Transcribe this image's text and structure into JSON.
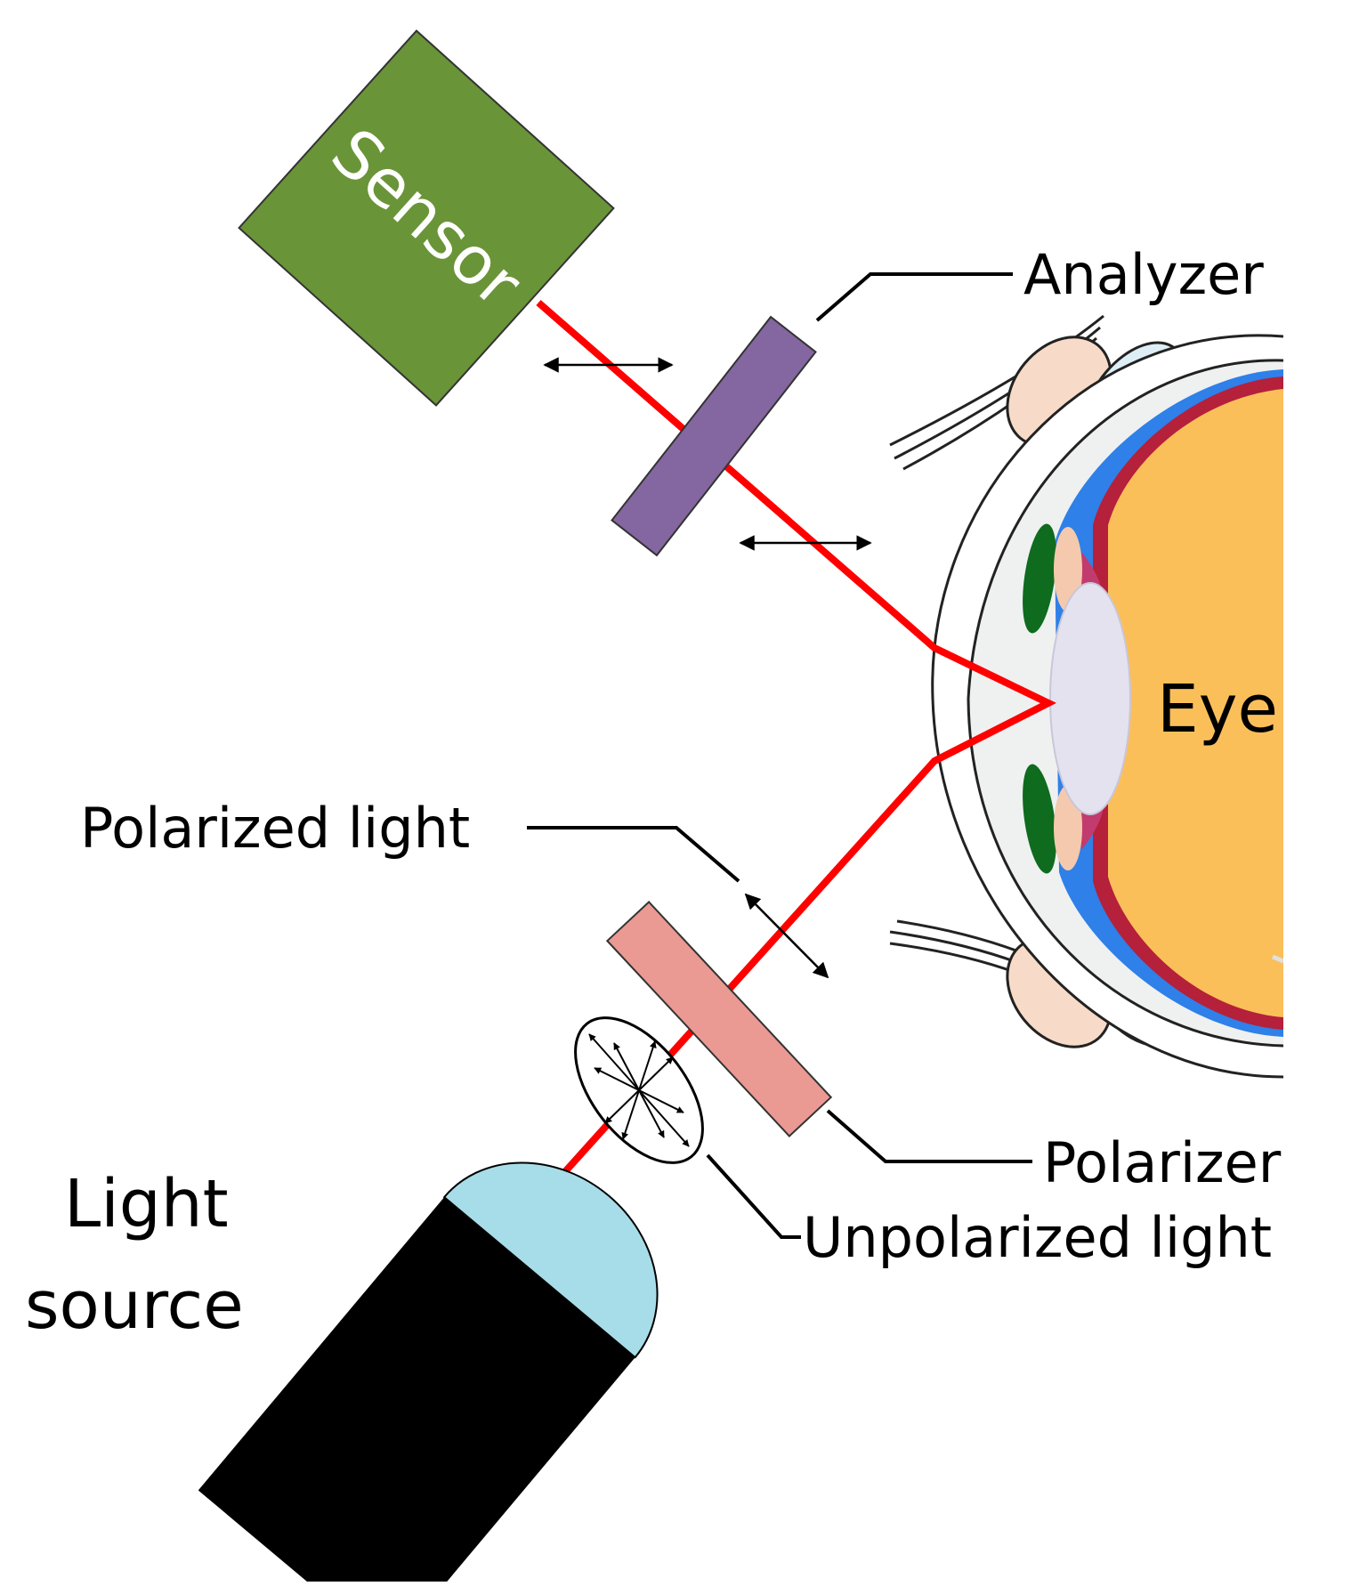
{
  "labels": {
    "sensor": "Sensor",
    "analyzer": "Analyzer",
    "eye": "Eye",
    "polarized_light": "Polarized light",
    "polarizer": "Polarizer",
    "unpolarized_light": "Unpolarized light",
    "light_source_line1": "Light",
    "light_source_line2": "source"
  },
  "colors": {
    "sensor": "#6a9438",
    "analyzer": "#8466a0",
    "polarizer": "#ea9a93",
    "beam": "#ff0000",
    "light_head": "#a7dde8",
    "light_body": "#000000",
    "eye_fluid": "#fbbf5a",
    "sclera_red": "#b5203a",
    "choroid_blue": "#2f80e8",
    "iris_green": "#0f6b1d",
    "lens": "#e4e2ef",
    "eyelid": "#f7dbc8"
  }
}
